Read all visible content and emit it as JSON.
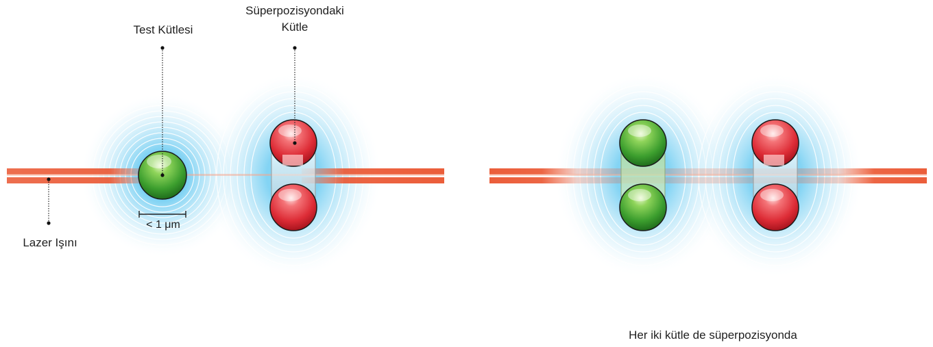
{
  "labels": {
    "test_mass": "Test Kütlesi",
    "superposed_mass_line1": "Süperpozisyondaki",
    "superposed_mass_line2": "Kütle",
    "laser_beam": "Lazer Işını",
    "scale": "< 1 μm",
    "both_superposed": "Her iki kütle de süperpozisyonda"
  },
  "colors": {
    "laser": "#e8532e",
    "field": "#55c3ee",
    "green_mass": "#3aa32e",
    "red_mass": "#e0323c",
    "text": "#1e1e1e"
  }
}
